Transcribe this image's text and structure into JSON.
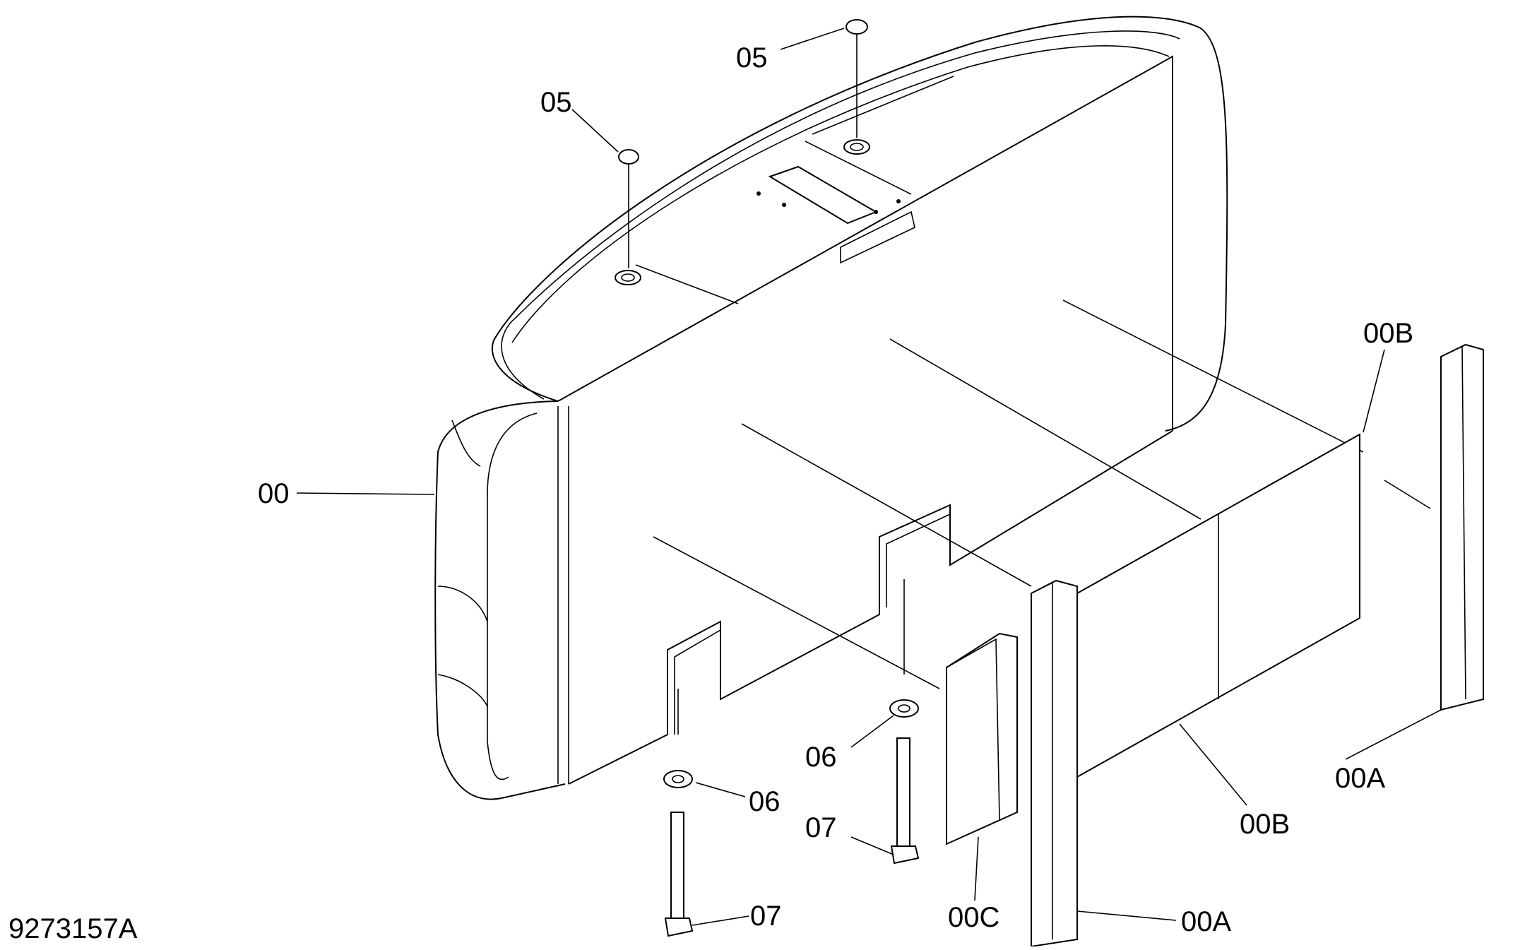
{
  "diagram": {
    "drawing_number": "9273157A",
    "callouts": [
      {
        "id": "05a",
        "label": "05"
      },
      {
        "id": "05b",
        "label": "05"
      },
      {
        "id": "00",
        "label": "00"
      },
      {
        "id": "00B_top",
        "label": "00B"
      },
      {
        "id": "00A_right",
        "label": "00A"
      },
      {
        "id": "00B_bottom",
        "label": "00B"
      },
      {
        "id": "06a",
        "label": "06"
      },
      {
        "id": "06b",
        "label": "06"
      },
      {
        "id": "07a",
        "label": "07"
      },
      {
        "id": "07b",
        "label": "07"
      },
      {
        "id": "00C",
        "label": "00C"
      },
      {
        "id": "00A_bottom",
        "label": "00A"
      }
    ]
  }
}
